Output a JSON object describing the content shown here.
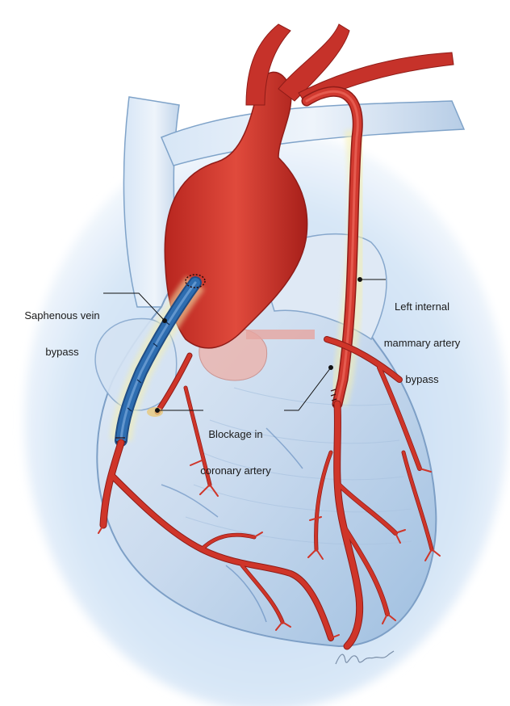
{
  "labels": {
    "saphenous_vein_bypass": [
      "Saphenous vein",
      "bypass"
    ],
    "left_internal_mammary_artery_bypass": [
      "Left internal",
      "mammary artery",
      "bypass"
    ],
    "blockage_in_coronary_artery": [
      "Blockage in",
      "coronary artery"
    ]
  },
  "colors": {
    "artery": "#c8302a",
    "artery_dark": "#8f1c18",
    "vein_graft": "#2e6db0",
    "heart_tissue": "#d6e3f2",
    "background_glow": "#c6daf0",
    "glow_yellow": "#f4efb0"
  }
}
